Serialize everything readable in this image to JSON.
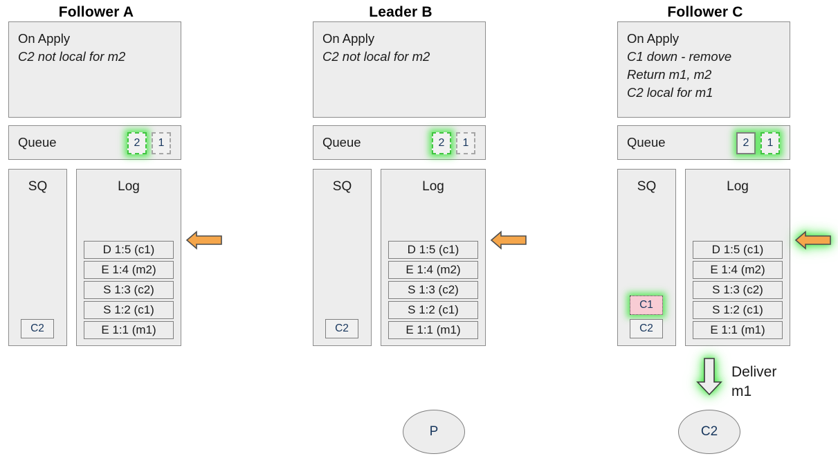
{
  "panels": [
    {
      "id": "follower-a",
      "title": "Follower A",
      "apply": {
        "header": "On Apply",
        "lines": [
          "C2 not local for m2"
        ]
      },
      "queue": {
        "label": "Queue",
        "slots": [
          {
            "value": "2",
            "style": "dashed-green"
          },
          {
            "value": "1",
            "style": "dashed-gray"
          }
        ],
        "group_glow": false
      },
      "sq": {
        "title": "SQ",
        "items": [
          {
            "value": "C2",
            "style": "normal"
          }
        ]
      },
      "log": {
        "title": "Log",
        "entries": [
          "D 1:5 (c1)",
          "E 1:4 (m2)",
          "S 1:3 (c2)",
          "S 1:2 (c1)",
          "E 1:1 (m1)"
        ]
      },
      "arrow": {
        "present": true,
        "direction": "left",
        "glow": false
      }
    },
    {
      "id": "leader-b",
      "title": "Leader B",
      "apply": {
        "header": "On Apply",
        "lines": [
          "C2 not local for m2"
        ]
      },
      "queue": {
        "label": "Queue",
        "slots": [
          {
            "value": "2",
            "style": "dashed-green"
          },
          {
            "value": "1",
            "style": "dashed-gray"
          }
        ],
        "group_glow": false
      },
      "sq": {
        "title": "SQ",
        "items": [
          {
            "value": "C2",
            "style": "normal"
          }
        ]
      },
      "log": {
        "title": "Log",
        "entries": [
          "D 1:5 (c1)",
          "E 1:4 (m2)",
          "S 1:3 (c2)",
          "S 1:2 (c1)",
          "E 1:1 (m1)"
        ]
      },
      "arrow": {
        "present": true,
        "direction": "left",
        "glow": false
      }
    },
    {
      "id": "follower-c",
      "title": "Follower C",
      "apply": {
        "header": "On Apply",
        "lines": [
          "C1 down - remove",
          "Return m1, m2",
          "C2 local for m1"
        ]
      },
      "queue": {
        "label": "Queue",
        "slots": [
          {
            "value": "2",
            "style": "solid-gray"
          },
          {
            "value": "1",
            "style": "dashed-green"
          }
        ],
        "group_glow": true
      },
      "sq": {
        "title": "SQ",
        "items": [
          {
            "value": "C1",
            "style": "highlight"
          },
          {
            "value": "C2",
            "style": "normal"
          }
        ]
      },
      "log": {
        "title": "Log",
        "entries": [
          "D 1:5 (c1)",
          "E 1:4 (m2)",
          "S 1:3 (c2)",
          "S 1:2 (c1)",
          "E 1:1 (m1)"
        ]
      },
      "arrow": {
        "present": true,
        "direction": "left",
        "glow": true
      }
    }
  ],
  "deliver": {
    "label_line1": "Deliver",
    "label_line2": "m1"
  },
  "nodes": {
    "producer": "P",
    "consumer": "C2"
  },
  "colors": {
    "arrow_orange": "#F5A64B",
    "arrow_border": "#4d4d4d",
    "glow_green": "#3CE63C",
    "highlight_pink": "#F8CCD4",
    "box_fill": "#EDEDED",
    "box_border": "#8C8C8C"
  }
}
